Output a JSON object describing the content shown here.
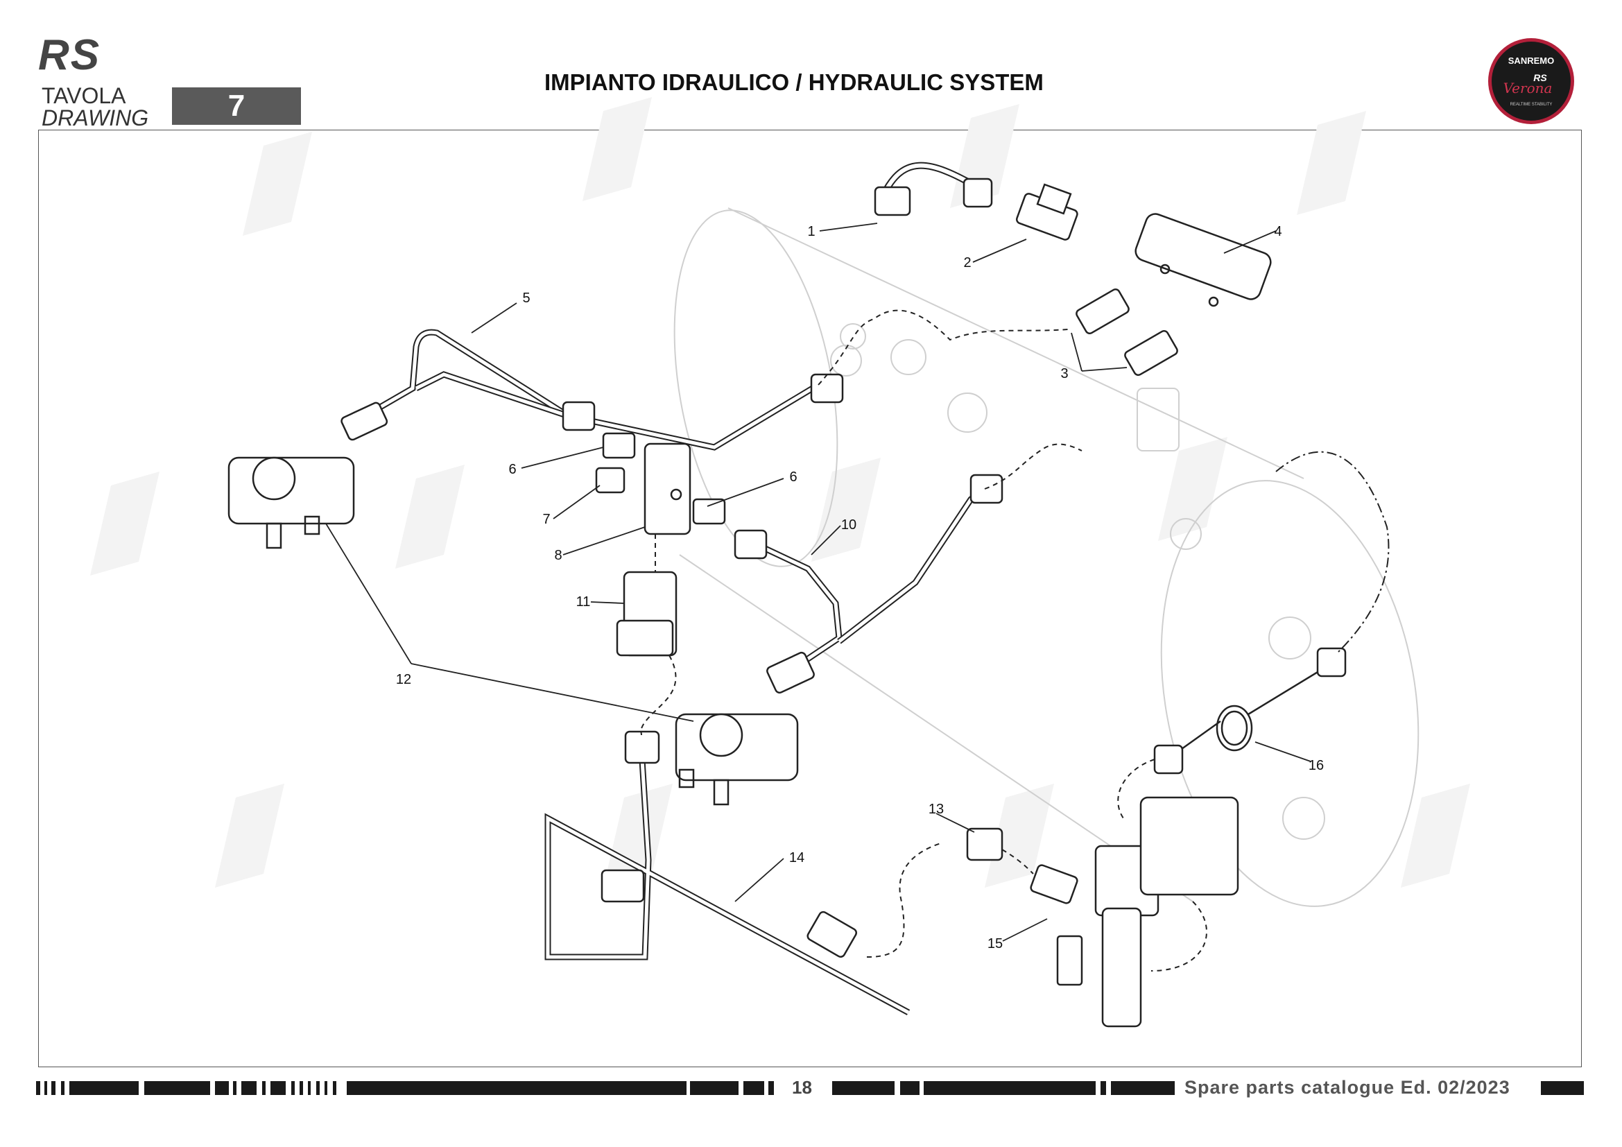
{
  "header": {
    "model_code": "RS",
    "tavola_label": "TAVOLA",
    "drawing_label": "DRAWING",
    "drawing_number": "7",
    "title": "IMPIANTO IDRAULICO / HYDRAULIC SYSTEM"
  },
  "logo": {
    "brand": "SANREMO",
    "model": "RS",
    "script": "Verona",
    "tagline": "REALTIME STABILITY",
    "ring_color": "#b3203a"
  },
  "callouts": [
    {
      "id": "1",
      "label": "1"
    },
    {
      "id": "2",
      "label": "2"
    },
    {
      "id": "3",
      "label": "3"
    },
    {
      "id": "4",
      "label": "4"
    },
    {
      "id": "5",
      "label": "5"
    },
    {
      "id": "6a",
      "label": "6"
    },
    {
      "id": "6b",
      "label": "6"
    },
    {
      "id": "7",
      "label": "7"
    },
    {
      "id": "8",
      "label": "8"
    },
    {
      "id": "10",
      "label": "10"
    },
    {
      "id": "11",
      "label": "11"
    },
    {
      "id": "12",
      "label": "12"
    },
    {
      "id": "13",
      "label": "13"
    },
    {
      "id": "14",
      "label": "14"
    },
    {
      "id": "15",
      "label": "15"
    },
    {
      "id": "16",
      "label": "16"
    }
  ],
  "footer": {
    "page_number": "18",
    "catalogue": "Spare parts catalogue Ed. 02/2023"
  }
}
